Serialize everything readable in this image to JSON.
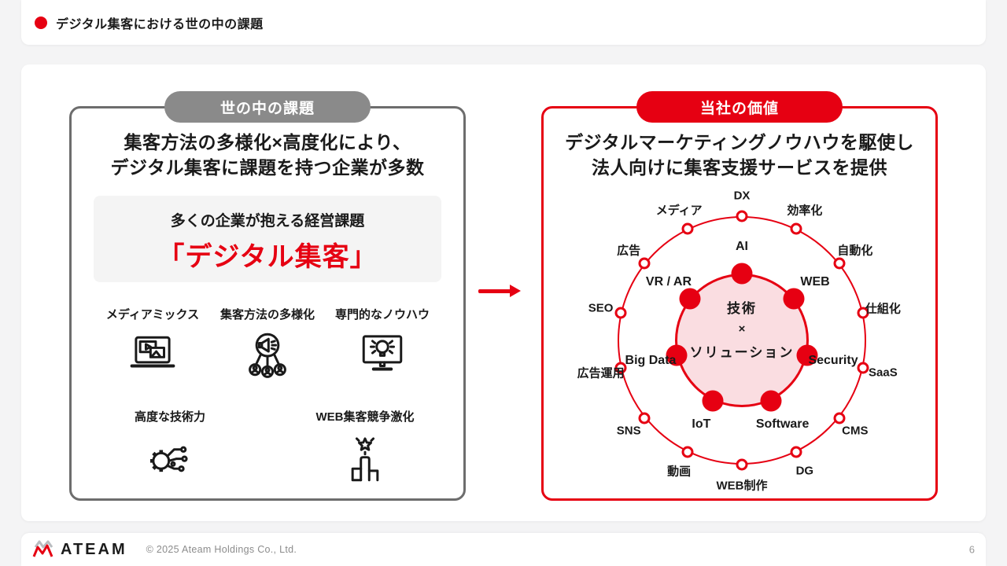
{
  "colors": {
    "accent_red": "#e60012",
    "badge_gray": "#8a8a8a",
    "inner_fill_pink": "#fadde1"
  },
  "header": {
    "title": "デジタル集客における世の中の課題"
  },
  "left_panel": {
    "badge": "世の中の課題",
    "title_line1": "集客方法の多様化×高度化により、",
    "title_line2": "デジタル集客に課題を持つ企業が多数",
    "highlight_box": {
      "caption": "多くの企業が抱える経営課題",
      "headline": "「デジタル集客」"
    },
    "challenges_row1": [
      {
        "label": "メディアミックス",
        "icon": "laptop-media-icon"
      },
      {
        "label": "集客方法の多様化",
        "icon": "megaphone-network-icon"
      },
      {
        "label": "専門的なノウハウ",
        "icon": "monitor-idea-icon"
      }
    ],
    "challenges_row2": [
      {
        "label": "高度な技術力",
        "icon": "gear-circuit-icon"
      },
      {
        "label": "WEB集客競争激化",
        "icon": "star-bars-icon"
      }
    ]
  },
  "right_panel": {
    "badge": "当社の価値",
    "title_line1": "デジタルマーケティングノウハウを駆使し",
    "title_line2": "法人向けに集客支援サービスを提供",
    "diagram": {
      "center_lines": [
        "技術",
        "×",
        "ソリューション"
      ],
      "outer_ring_items": [
        "DX",
        "効率化",
        "自動化",
        "仕組化",
        "SaaS",
        "CMS",
        "DG",
        "WEB制作",
        "動画",
        "SNS",
        "広告運用",
        "SEO",
        "広告",
        "メディア"
      ],
      "inner_ring_items": [
        "AI",
        "WEB",
        "Security",
        "Software",
        "IoT",
        "Big Data",
        "VR / AR"
      ]
    }
  },
  "footer": {
    "logo_text": "ATEAM",
    "copyright": "© 2025 Ateam Holdings Co., Ltd.",
    "page_number": "6"
  }
}
